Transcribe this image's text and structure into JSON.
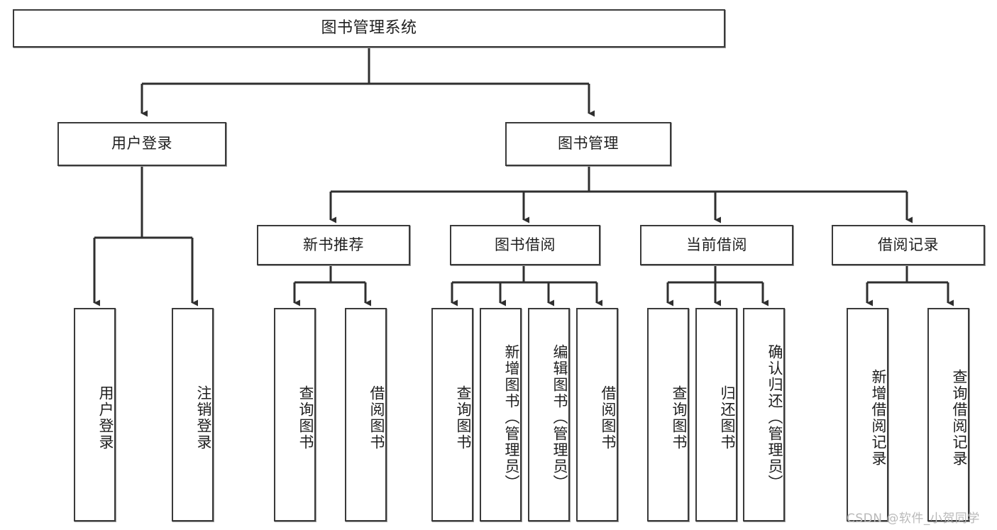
{
  "diagram": {
    "title": "图书管理系统",
    "type": "tree-hierarchy-diagram",
    "watermark": "CSDN @软件_小贺同学",
    "colors": {
      "background": "#ffffff",
      "box_border": "#3a3a3a",
      "box_fill": "#ffffff",
      "connector": "#2f2f2f",
      "text": "#1f1f1f",
      "watermark": "#b9b9b9"
    },
    "root": {
      "label": "图书管理系统"
    },
    "level2": [
      {
        "id": "user-login",
        "label": "用户登录"
      },
      {
        "id": "book-management",
        "label": "图书管理"
      }
    ],
    "level3": [
      {
        "id": "new-book-recommend",
        "label": "新书推荐",
        "parent": "book-management"
      },
      {
        "id": "book-borrow",
        "label": "图书借阅",
        "parent": "book-management"
      },
      {
        "id": "current-borrow",
        "label": "当前借阅",
        "parent": "book-management"
      },
      {
        "id": "borrow-record",
        "label": "借阅记录",
        "parent": "book-management"
      }
    ],
    "leaves": {
      "user-login": [
        {
          "id": "leaf-user-login",
          "label": "用户登录"
        },
        {
          "id": "leaf-logout-login",
          "label": "注销登录"
        }
      ],
      "new-book-recommend": [
        {
          "id": "leaf-query-book-1",
          "label": "查询图书"
        },
        {
          "id": "leaf-borrow-book-1",
          "label": "借阅图书"
        }
      ],
      "book-borrow": [
        {
          "id": "leaf-query-book-2",
          "label": "查询图书"
        },
        {
          "id": "leaf-add-book-admin",
          "label": "新增图书（管理员）"
        },
        {
          "id": "leaf-edit-book-admin",
          "label": "编辑图书（管理员）"
        },
        {
          "id": "leaf-borrow-book-2",
          "label": "借阅图书"
        }
      ],
      "current-borrow": [
        {
          "id": "leaf-query-book-3",
          "label": "查询图书"
        },
        {
          "id": "leaf-return-book",
          "label": "归还图书"
        },
        {
          "id": "leaf-confirm-return-admin",
          "label": "确认归还（管理员）"
        }
      ],
      "borrow-record": [
        {
          "id": "leaf-add-borrow-record",
          "label": "新增借阅记录"
        },
        {
          "id": "leaf-query-borrow-record",
          "label": "查询借阅记录"
        }
      ]
    }
  }
}
